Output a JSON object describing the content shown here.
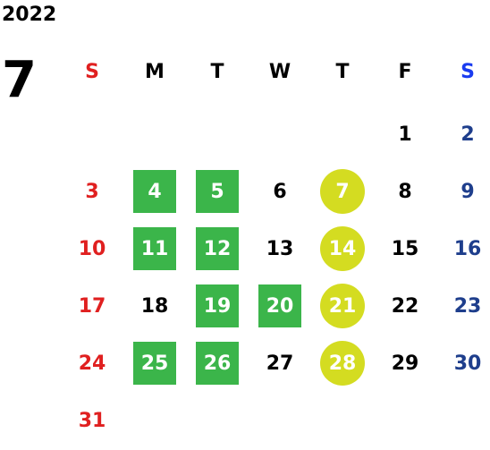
{
  "year": "2022",
  "month": "7",
  "colors": {
    "sunday": "#e02020",
    "saturday_header": "#1a3cf0",
    "saturday": "#1e3e8c",
    "weekday": "#000000",
    "green_highlight": "#3bb54a",
    "yellow_highlight": "#d4dc21"
  },
  "weekdays": [
    "S",
    "M",
    "T",
    "W",
    "T",
    "F",
    "S"
  ],
  "weeks": [
    [
      null,
      null,
      null,
      null,
      null,
      {
        "day": "1"
      },
      {
        "day": "2"
      }
    ],
    [
      {
        "day": "3"
      },
      {
        "day": "4",
        "mark": "green"
      },
      {
        "day": "5",
        "mark": "green"
      },
      {
        "day": "6"
      },
      {
        "day": "7",
        "mark": "yellow"
      },
      {
        "day": "8"
      },
      {
        "day": "9"
      }
    ],
    [
      {
        "day": "10"
      },
      {
        "day": "11",
        "mark": "green"
      },
      {
        "day": "12",
        "mark": "green"
      },
      {
        "day": "13"
      },
      {
        "day": "14",
        "mark": "yellow"
      },
      {
        "day": "15"
      },
      {
        "day": "16"
      }
    ],
    [
      {
        "day": "17"
      },
      {
        "day": "18"
      },
      {
        "day": "19",
        "mark": "green"
      },
      {
        "day": "20",
        "mark": "green"
      },
      {
        "day": "21",
        "mark": "yellow"
      },
      {
        "day": "22"
      },
      {
        "day": "23"
      }
    ],
    [
      {
        "day": "24"
      },
      {
        "day": "25",
        "mark": "green"
      },
      {
        "day": "26",
        "mark": "green"
      },
      {
        "day": "27"
      },
      {
        "day": "28",
        "mark": "yellow"
      },
      {
        "day": "29"
      },
      {
        "day": "30"
      }
    ],
    [
      {
        "day": "31"
      },
      null,
      null,
      null,
      null,
      null,
      null
    ]
  ]
}
